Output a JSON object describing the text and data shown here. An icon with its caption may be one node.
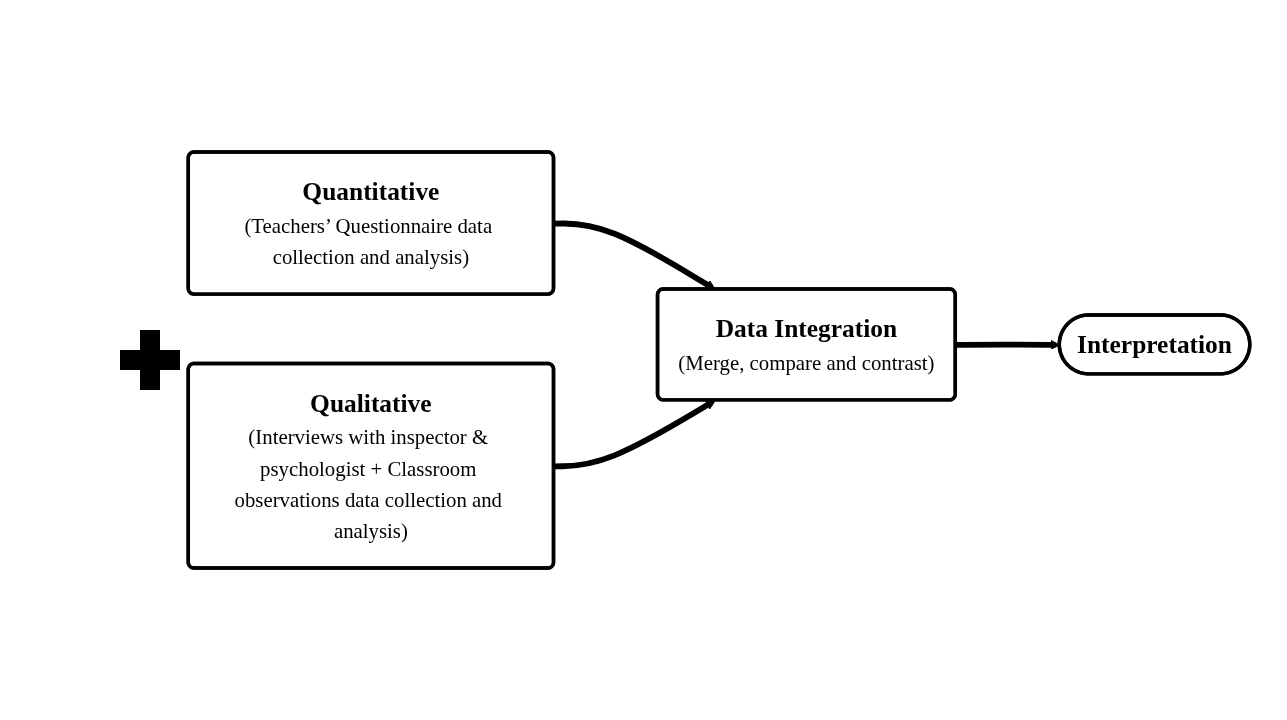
{
  "diagram": {
    "nodes": [
      {
        "text": [
          "Quantitative",
          "(Teachers’ Questionnaire data collection and analysis)"
        ]
      },
      {
        "text": [
          "Qualitative",
          "(Interviews with inspector & psychologist + Classroom observations data collection and analysis)"
        ]
      },
      {
        "text": [
          "Data Integration",
          "(Merge, compare and contrast)"
        ]
      },
      {
        "text": [
          "Interpretation"
        ]
      }
    ],
    "edges": [
      {
        "from": 0,
        "to": 2,
        "arrow": "to"
      },
      {
        "from": 1,
        "to": 2,
        "arrow": "to"
      },
      {
        "from": 2,
        "to": 3,
        "arrow": "to"
      }
    ]
  }
}
